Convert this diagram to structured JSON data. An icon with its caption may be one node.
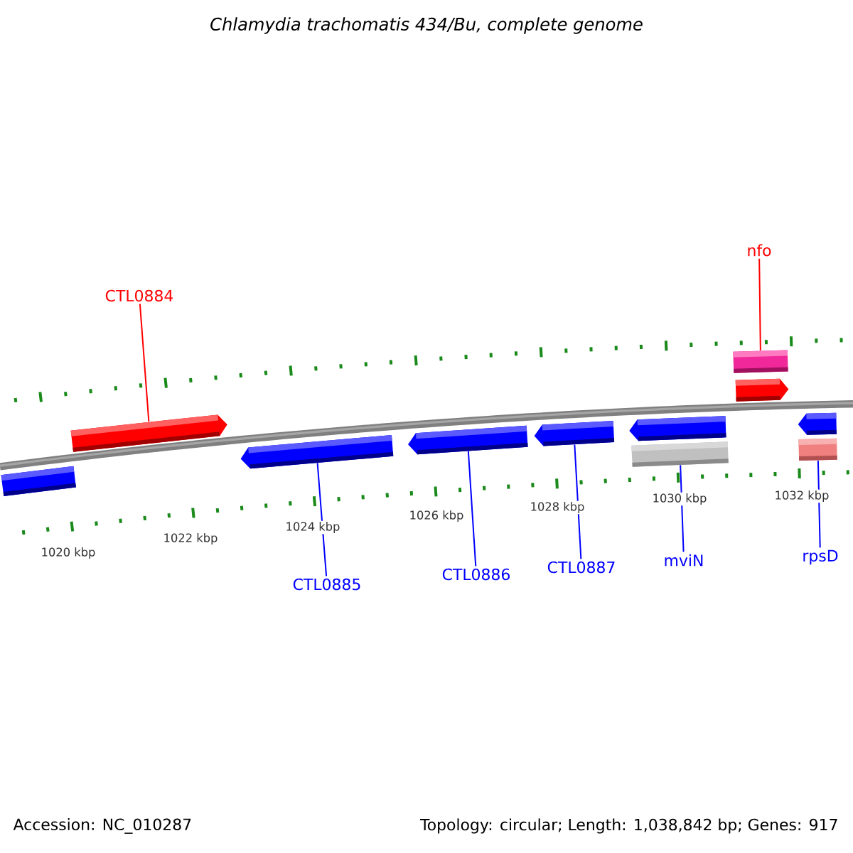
{
  "diagram": {
    "title": "Chlamydia trachomatis 434/Bu, complete genome",
    "nodes": [
      {
        "text": [
          "CTL0884"
        ]
      },
      {
        "text": [
          "nfo"
        ]
      },
      {
        "text": [
          "CTL0885"
        ]
      },
      {
        "text": [
          "CTL0886"
        ]
      },
      {
        "text": [
          "CTL0887"
        ]
      },
      {
        "text": [
          "mviN"
        ]
      },
      {
        "text": [
          "rpsD"
        ]
      },
      {
        "text": [],
        "shape": "box"
      },
      {
        "text": [],
        "shape": "arrow"
      },
      {
        "text": [],
        "shape": "arrow"
      },
      {
        "text": [],
        "shape": "arrow"
      },
      {
        "text": [],
        "shape": "arrow"
      },
      {
        "text": [],
        "shape": "arrow"
      },
      {
        "text": [],
        "shape": "box"
      },
      {
        "text": [],
        "shape": "box"
      },
      {
        "text": [],
        "shape": "arrow"
      },
      {
        "text": [],
        "shape": "arrow"
      },
      {
        "text": [],
        "shape": "box"
      }
    ],
    "edges": [
      {
        "from": 0,
        "to": 8,
        "arrow": "none",
        "color": "#ff0000"
      },
      {
        "from": 1,
        "to": 14,
        "arrow": "none",
        "color": "#ff0000"
      },
      {
        "from": 2,
        "to": 9,
        "arrow": "none"
      },
      {
        "from": 3,
        "to": 10,
        "arrow": "none"
      },
      {
        "from": 4,
        "to": 11,
        "arrow": "none"
      },
      {
        "from": 5,
        "to": 13,
        "arrow": "none"
      },
      {
        "from": 6,
        "to": 17,
        "arrow": "none"
      }
    ],
    "labels": [
      "1020 kbp",
      "1022 kbp",
      "1024 kbp",
      "1026 kbp",
      "1028 kbp",
      "1030 kbp",
      "1032 kbp",
      "Accession: NC_010287",
      "Topology: circular; Length: 1,038,842 bp; Genes: 917"
    ]
  }
}
